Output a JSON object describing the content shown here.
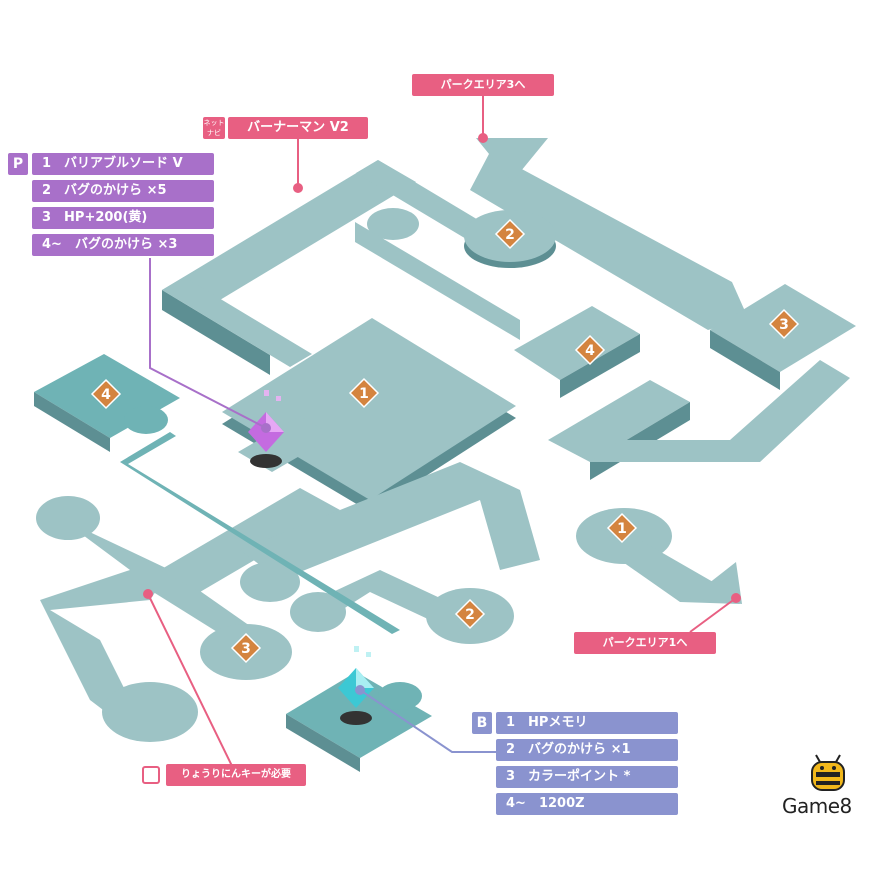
{
  "labels": {
    "park3": "パークエリア3へ",
    "park1": "パークエリア1へ",
    "navi_small": "ネット ナビ",
    "boss": "バーナーマン V2",
    "lock_note": "りょうりにんキーが必要"
  },
  "p_list": {
    "marker": "P",
    "items": [
      "1　バリアブルソード V",
      "2　バグのかけら ×5",
      "3　HP+200(黄)",
      "4~　バグのかけら ×3"
    ]
  },
  "b_list": {
    "marker": "B",
    "items": [
      "1　HPメモリ",
      "2　バグのかけら ×1",
      "3　カラーポイント *",
      "4~　1200Z"
    ]
  },
  "markers": [
    "1",
    "2",
    "3",
    "4",
    "1",
    "2",
    "3",
    "4"
  ],
  "logo": "Game8",
  "colors": {
    "floor_light": "#9dc3c5",
    "floor_dark": "#6fb3b5",
    "wall": "#5d8f93",
    "pink": "#e85f82",
    "purple": "#a870c9",
    "blue": "#8a93cf",
    "marker": "#d4843f"
  }
}
